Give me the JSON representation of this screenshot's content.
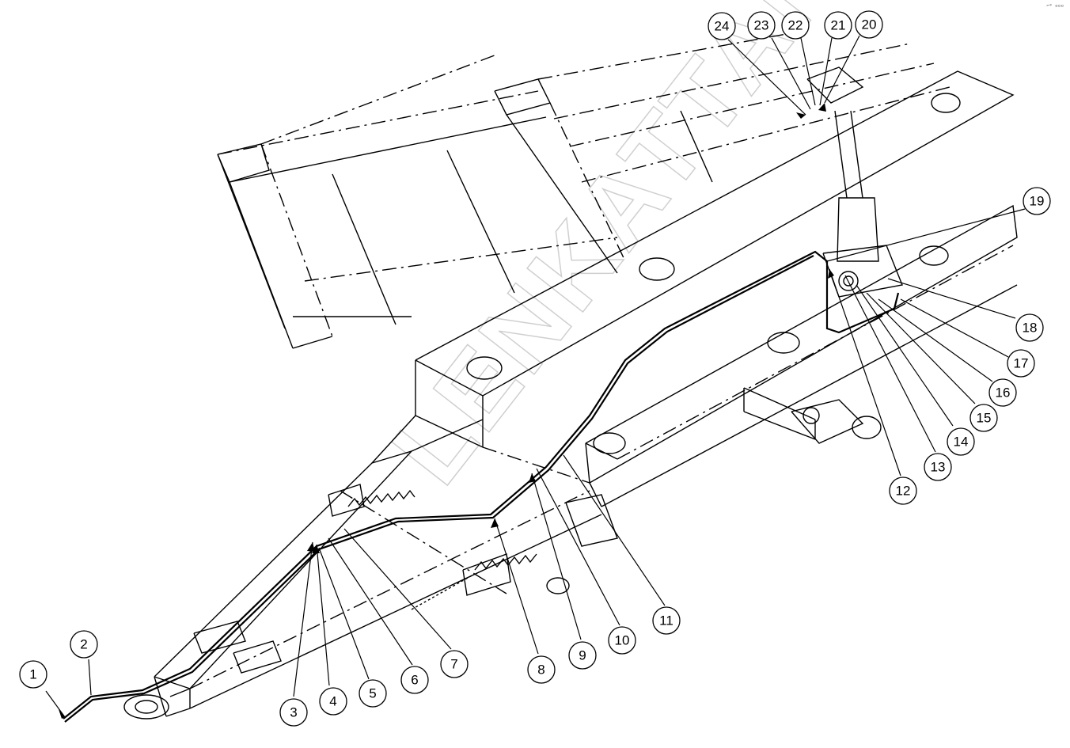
{
  "corner_mark": "⌐ᵖ ▫▫▫",
  "watermark": "LENKATTAN",
  "callouts": [
    {
      "label": "1"
    },
    {
      "label": "2"
    },
    {
      "label": "3"
    },
    {
      "label": "4"
    },
    {
      "label": "5"
    },
    {
      "label": "6"
    },
    {
      "label": "7"
    },
    {
      "label": "8"
    },
    {
      "label": "9"
    },
    {
      "label": "10"
    },
    {
      "label": "11"
    },
    {
      "label": "12"
    },
    {
      "label": "13"
    },
    {
      "label": "14"
    },
    {
      "label": "15"
    },
    {
      "label": "16"
    },
    {
      "label": "17"
    },
    {
      "label": "18"
    },
    {
      "label": "19"
    },
    {
      "label": "20"
    },
    {
      "label": "21"
    },
    {
      "label": "22"
    },
    {
      "label": "23"
    },
    {
      "label": "24"
    }
  ]
}
